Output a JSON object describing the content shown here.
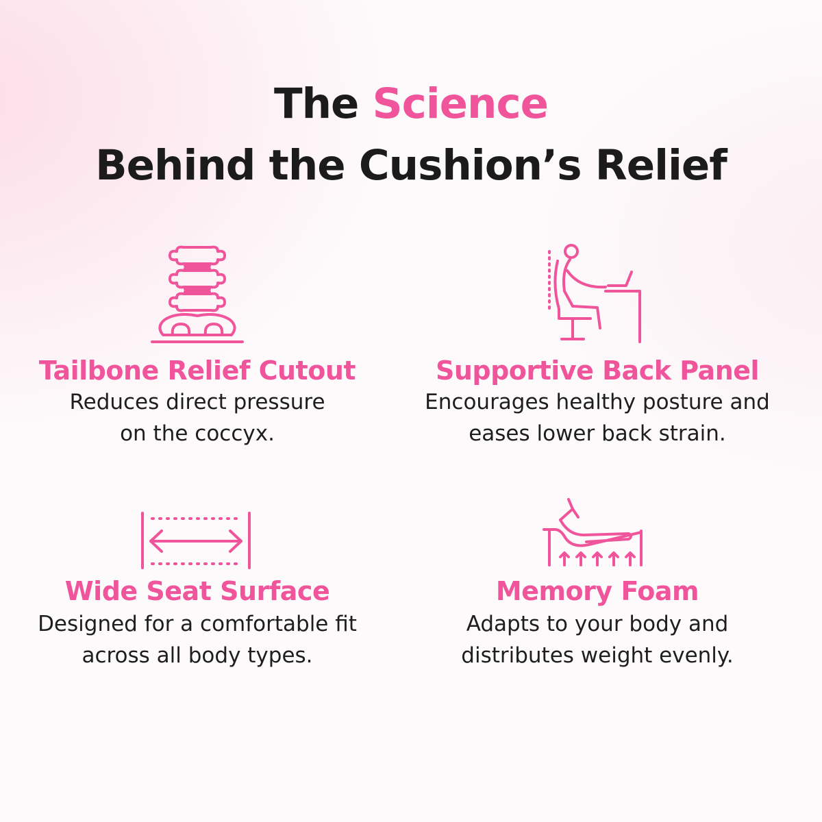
{
  "heading": {
    "line1_prefix": "The",
    "line1_accent": "Science",
    "line2": "Behind the Cushion’s Relief"
  },
  "colors": {
    "accent": "#f0549b",
    "text": "#1b1b1b",
    "background": "#fdfafb"
  },
  "features": [
    {
      "icon": "spine-icon",
      "title": "Tailbone Relief Cutout",
      "desc_line1": "Reduces direct pressure",
      "desc_line2": "on the coccyx."
    },
    {
      "icon": "posture-desk-icon",
      "title": "Supportive Back Panel",
      "desc_line1": "Encourages healthy posture and",
      "desc_line2": "eases lower back strain."
    },
    {
      "icon": "width-arrow-icon",
      "title": "Wide Seat Surface",
      "desc_line1": "Designed for a comfortable fit",
      "desc_line2": "across all body types."
    },
    {
      "icon": "memory-foam-icon",
      "title": "Memory Foam",
      "desc_line1": "Adapts to your body and",
      "desc_line2": "distributes weight evenly."
    }
  ]
}
